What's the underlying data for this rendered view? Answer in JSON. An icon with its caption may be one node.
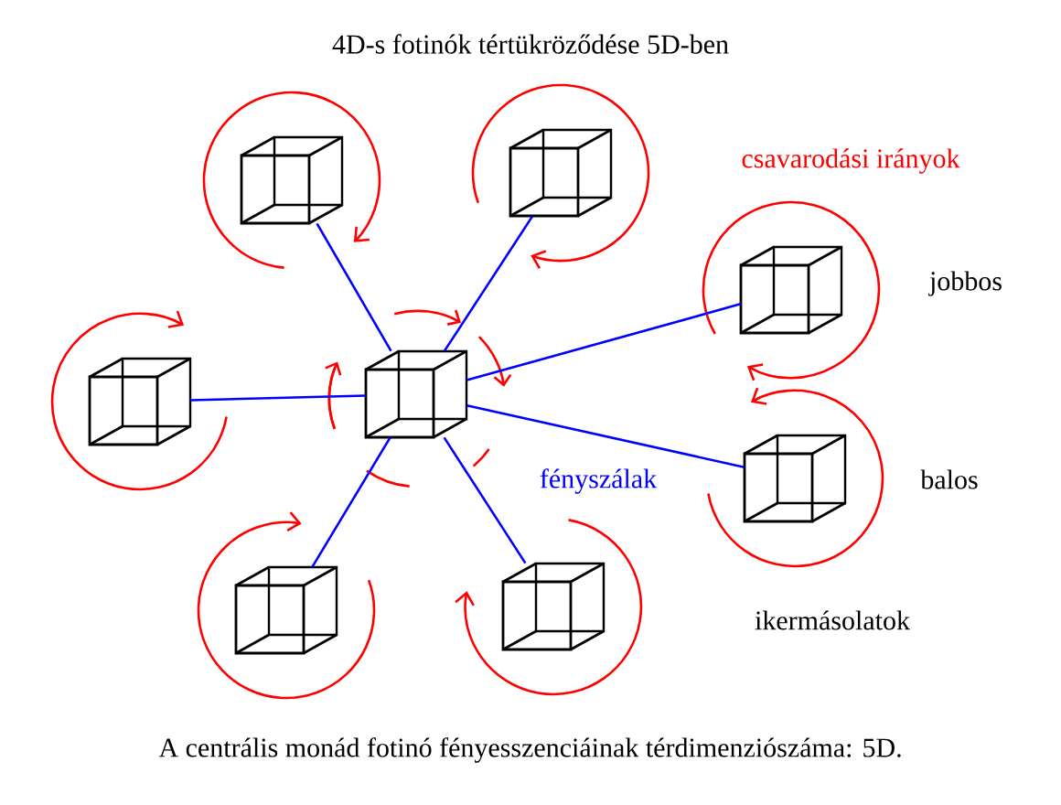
{
  "diagram": {
    "title": "4D-s fotinók tértükröződése 5D-ben",
    "caption": "A centrális monád fotinó fényesszenciáinak térdimenziószáma: 5D.",
    "nodes": [
      {
        "text": [],
        "shape": "cube"
      },
      {
        "text": [],
        "shape": "cube"
      },
      {
        "text": [],
        "shape": "cube"
      },
      {
        "text": [],
        "shape": "cube"
      },
      {
        "text": [],
        "shape": "cube"
      },
      {
        "text": [],
        "shape": "cube"
      },
      {
        "text": [],
        "shape": "cube"
      },
      {
        "text": [],
        "shape": "cube"
      }
    ],
    "edges": [
      {
        "from": 0,
        "to": 1,
        "arrow": "none"
      },
      {
        "from": 0,
        "to": 2,
        "arrow": "none"
      },
      {
        "from": 0,
        "to": 3,
        "arrow": "none"
      },
      {
        "from": 0,
        "to": 4,
        "arrow": "none"
      },
      {
        "from": 0,
        "to": 5,
        "arrow": "none"
      },
      {
        "from": 0,
        "to": 6,
        "arrow": "none"
      },
      {
        "from": 0,
        "to": 7,
        "arrow": "none"
      }
    ],
    "labels": [
      "csavarodási irányok",
      "jobbos",
      "balos",
      "fényszálak",
      "ikermásolatok"
    ]
  }
}
